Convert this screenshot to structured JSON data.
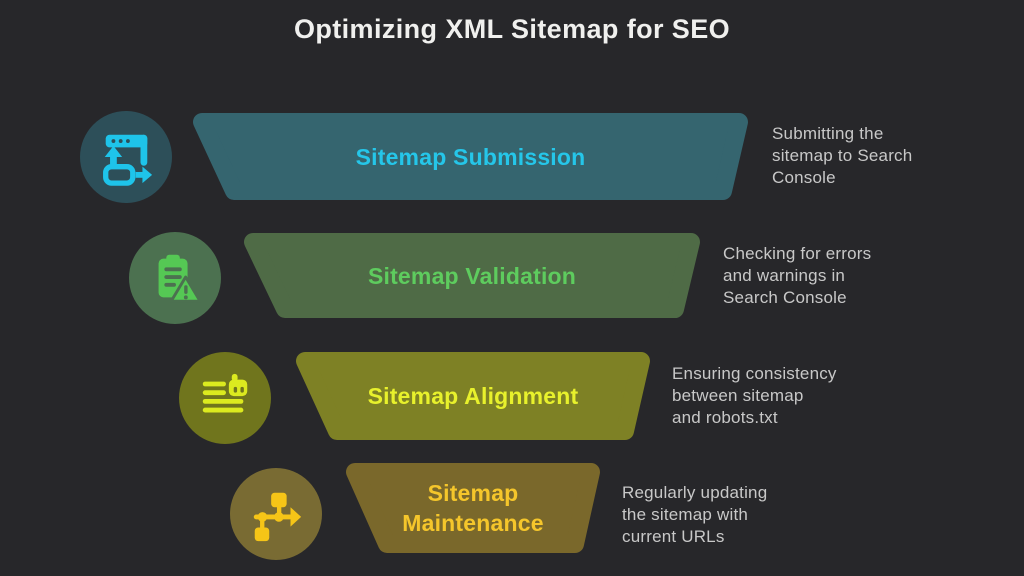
{
  "title": "Optimizing XML Sitemap for SEO",
  "background_color": "#27272a",
  "description_text_color": "#c8c8c8",
  "steps": [
    {
      "label": "Sitemap Submission",
      "description": "Submitting the\nsitemap to Search\nConsole",
      "icon": "browser-submit-icon",
      "colors": {
        "segment": "#35656f",
        "label": "#25c6e9",
        "icon": "#1ec4ea",
        "icon_bg": "#2d4f59"
      }
    },
    {
      "label": "Sitemap Validation",
      "description": "Checking for errors\nand warnings in\nSearch Console",
      "icon": "clipboard-warning-icon",
      "colors": {
        "segment": "#4f6b46",
        "label": "#5ecc5e",
        "icon": "#55c854",
        "icon_bg": "#4c7150"
      }
    },
    {
      "label": "Sitemap Alignment",
      "description": "Ensuring consistency\nbetween sitemap\nand robots.txt",
      "icon": "robots-txt-icon",
      "colors": {
        "segment": "#7e8125",
        "label": "#e8f12c",
        "icon": "#dcea1f",
        "icon_bg": "#70751d"
      }
    },
    {
      "label": "Sitemap Maintenance",
      "description": "Regularly updating\nthe sitemap with\ncurrent URLs",
      "icon": "sitemap-flow-icon",
      "colors": {
        "segment": "#7a682b",
        "label": "#f5c62b",
        "icon": "#f6c517",
        "icon_bg": "#796b33"
      }
    }
  ]
}
